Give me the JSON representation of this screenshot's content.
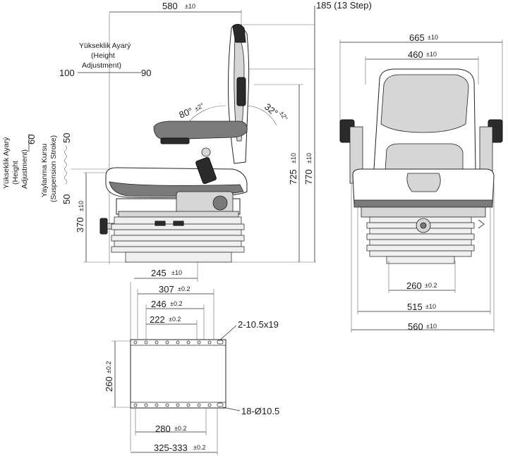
{
  "side_view": {
    "overall_depth": {
      "value": "580",
      "tol": "±10"
    },
    "backrest_step": {
      "value": "185 (13 Step)"
    },
    "height_adjustment": {
      "label_lines": [
        "Yükseklik Ayarý",
        "(Height",
        "Adjustment)"
      ],
      "left": "100",
      "right": "90"
    },
    "backrest_angle": {
      "value": "80°",
      "tol": "±2°"
    },
    "armrest_angle": {
      "value": "32°",
      "tol": "±2°"
    },
    "seat_height_total": {
      "value": "725",
      "tol": "±10"
    },
    "backrest_height_total": {
      "value": "770",
      "tol": "±10"
    },
    "base_height": {
      "value": "370",
      "tol": "±10"
    },
    "vertical_labels": {
      "height_adj_lines": [
        "Yükseklik Ayarý",
        "(Height",
        "Adjustment)"
      ],
      "height_adj_value": "60",
      "suspension_lines": [
        "Yaylanma Kursu",
        "(Suspension Stroke)"
      ],
      "suspension_top": "50",
      "suspension_bottom": "50"
    },
    "seat_front_offset": {
      "value": "245",
      "tol": "±10"
    }
  },
  "front_view": {
    "overall_width": {
      "value": "665",
      "tol": "±10"
    },
    "backrest_width": {
      "value": "460",
      "tol": "±10"
    },
    "base_width": {
      "value": "260",
      "tol": "±0.2"
    },
    "cushion_width": {
      "value": "515",
      "tol": "±10"
    },
    "armrest_width": {
      "value": "560",
      "tol": "±10"
    }
  },
  "mounting_plate": {
    "dim_307": {
      "value": "307",
      "tol": "±0.2"
    },
    "dim_246": {
      "value": "246",
      "tol": "±0.2"
    },
    "dim_222": {
      "value": "222",
      "tol": "±0.2"
    },
    "slots": "2-10.5x19",
    "depth": {
      "value": "260",
      "tol": "±0.2"
    },
    "holes": "18-Ø10.5",
    "dim_280": {
      "value": "280",
      "tol": "±0.2"
    },
    "dim_325": {
      "value": "325-333",
      "tol": "±0.2"
    }
  }
}
